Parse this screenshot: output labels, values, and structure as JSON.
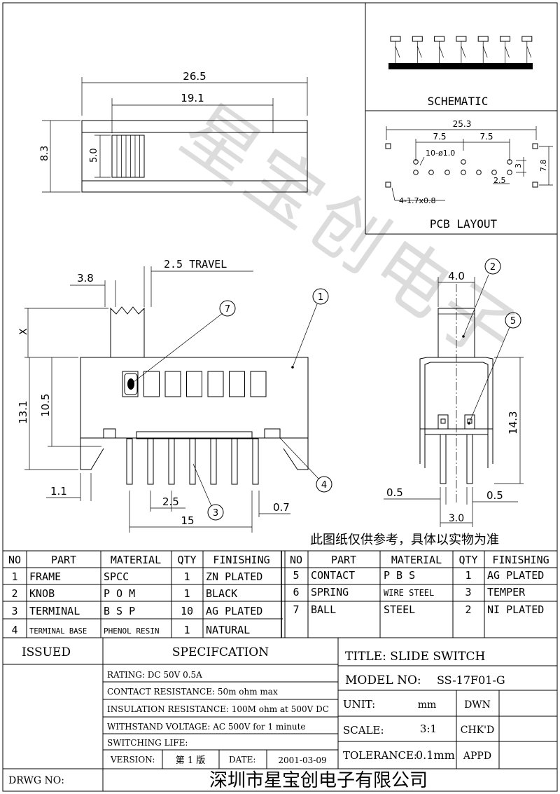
{
  "watermark": "星宝创电子",
  "schematic": {
    "label": "SCHEMATIC"
  },
  "pcb_layout": {
    "label": "PCB LAYOUT",
    "dim_total": "25.3",
    "dim_left": "7.5",
    "dim_right": "7.5",
    "holes": "10-ø1.0",
    "dim_3": "3",
    "dim_7_8": "7.8",
    "dim_2_5": "2.5",
    "slots": "4-1.7x0.8"
  },
  "top_view": {
    "dim_length": "26.5",
    "dim_inner": "19.1",
    "dim_height": "8.3",
    "dim_knob": "5.0"
  },
  "front_view": {
    "dim_3_8": "3.8",
    "travel": "2.5 TRAVEL",
    "dim_x": "X",
    "dim_13_1": "13.1",
    "dim_10_5": "10.5",
    "dim_1_1": "1.1",
    "dim_2_5": "2.5",
    "dim_0_7": "0.7",
    "dim_15": "15",
    "callouts": [
      "1",
      "3",
      "4",
      "7"
    ]
  },
  "side_view": {
    "dim_4_0": "4.0",
    "dim_14_3": "14.3",
    "dim_0_5_left": "0.5",
    "dim_0_5_right": "0.5",
    "dim_3_0": "3.0",
    "callouts": [
      "2",
      "5"
    ]
  },
  "note": "此图纸仅供参考，具体以实物为准",
  "parts_table": {
    "headers": [
      "NO",
      "PART",
      "MATERIAL",
      "QTY",
      "FINISHING"
    ],
    "left_rows": [
      [
        "1",
        "FRAME",
        "SPCC",
        "1",
        "ZN PLATED"
      ],
      [
        "2",
        "KNOB",
        "P O M",
        "1",
        "BLACK"
      ],
      [
        "3",
        "TERMINAL",
        "B S P",
        "10",
        "AG PLATED"
      ],
      [
        "4",
        "TERMINAL BASE",
        "PHENOL RESIN",
        "1",
        "NATURAL"
      ]
    ],
    "right_rows": [
      [
        "5",
        "CONTACT",
        "P B S",
        "1",
        "AG PLATED"
      ],
      [
        "6",
        "SPRING",
        "WIRE STEEL",
        "3",
        "TEMPER"
      ],
      [
        "7",
        "BALL",
        "STEEL",
        "2",
        "NI PLATED"
      ]
    ]
  },
  "title_block": {
    "issued": "ISSUED",
    "specification": "SPECIFCATION",
    "rating": "RATING: DC 50V 0.5A",
    "contact_resistance": "CONTACT RESISTANCE:  50m ohm max",
    "insulation_resistance": "INSULATION RESISTANCE:  100M ohm at 500V DC",
    "withstand_voltage": "WITHSTAND VOLTAGE:  AC 500V for 1 minute",
    "switching_life": "SWITCHING LIFE:",
    "version_label": "VERSION:",
    "version_value": "第 1 版",
    "date_label": "DATE:",
    "date_value": "2001-03-09",
    "title": "TITLE:  SLIDE SWITCH",
    "model_label": "MODEL NO:",
    "model_value": "SS-17F01-G",
    "unit_label": "UNIT:",
    "unit_value": "mm",
    "dwn": "DWN",
    "scale_label": "SCALE:",
    "scale_value": "3:1",
    "chkd": "CHK'D",
    "tolerance_label": "TOLERANCE:",
    "tolerance_value": "0.1mm",
    "appd": "APPD",
    "drwg_no": "DRWG NO:",
    "company": "深圳市星宝创电子有限公司"
  }
}
